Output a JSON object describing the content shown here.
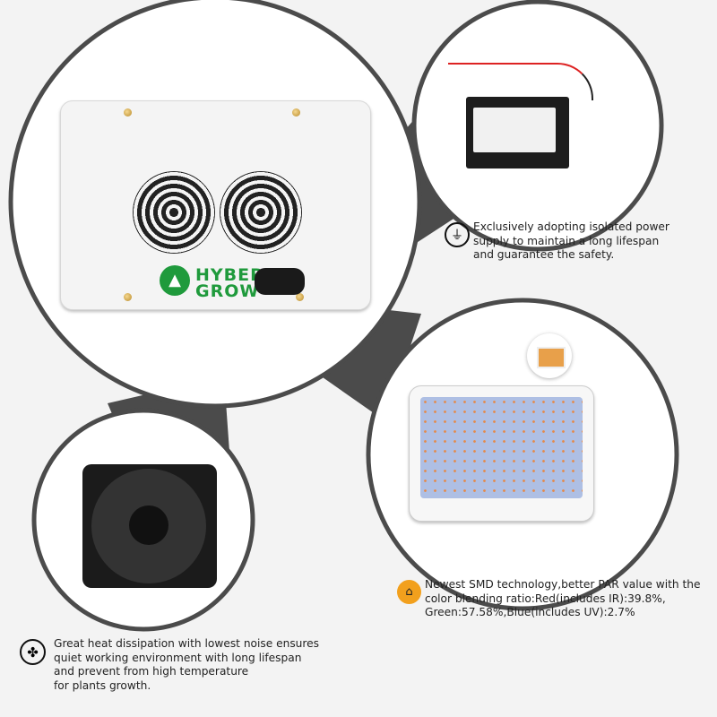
{
  "product": {
    "brand_logo": "HYBER GROW",
    "brand_line1": "HYBER",
    "brand_line2": "GROW"
  },
  "features": [
    {
      "icon": "power-plug-icon",
      "text_lines": [
        "Exclusively adopting isolated power",
        "supply to maintain a long lifespan",
        "and guarantee the safety."
      ]
    },
    {
      "icon": "lamp-icon",
      "text_lines": [
        "Newest SMD technology,better PAR value with the",
        "color blending ratio:Red(includes IR):39.8%,",
        "Green:57.58%,Blue(includes UV):2.7%"
      ]
    },
    {
      "icon": "fan-icon",
      "text_lines": [
        "Great heat dissipation with lowest noise ensures",
        "quiet working environment with long lifespan",
        "and prevent from high temperature",
        "for plants growth."
      ]
    }
  ],
  "colors": {
    "connector": "#4b4b4b",
    "brand_green": "#1f9a3c",
    "led_icon_orange": "#f2a01d"
  }
}
